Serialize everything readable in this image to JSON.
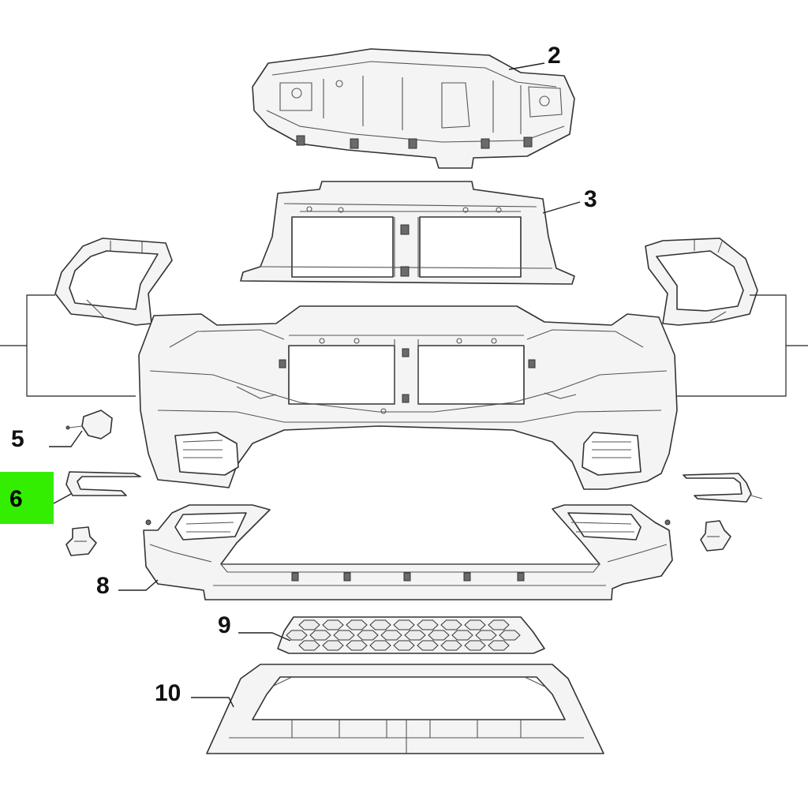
{
  "callouts": {
    "c2": "2",
    "c3": "3",
    "c5": "5",
    "c6": "6",
    "c8": "8",
    "c9": "9",
    "c10": "10"
  },
  "highlight": {
    "callout": "6",
    "color": "#33ee00"
  }
}
